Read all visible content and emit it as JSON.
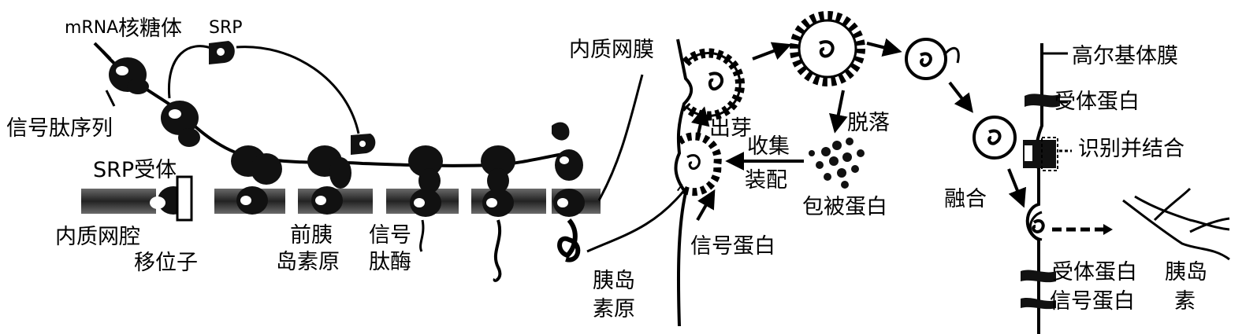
{
  "labels": {
    "mrna": "mRNA",
    "ribosome": "核糖体",
    "srp": "SRP",
    "signal_peptide_sequence": "信号肽序列",
    "srp_receptor": "SRP受体",
    "er_lumen": "内质网腔",
    "translocon": "移位子",
    "preproinsulin_1": "前胰",
    "preproinsulin_2": "岛素原",
    "signal_peptidase_1": "信号",
    "signal_peptidase_2": "肽酶",
    "proinsulin_1": "胰岛",
    "proinsulin_2": "素原",
    "er_membrane": "内质网膜",
    "budding": "出芽",
    "shedding": "脱落",
    "collect": "收集",
    "assemble": "装配",
    "coat_protein": "包被蛋白",
    "signal_protein": "信号蛋白",
    "golgi_membrane": "高尔基体膜",
    "receptor_protein": "受体蛋白",
    "recognize_and_bind": "识别并结合",
    "fusion": "融合",
    "receptor_protein_2": "受体蛋白",
    "insulin_1": "胰岛",
    "insulin_2": "素",
    "signal_protein_2": "信号蛋白"
  }
}
